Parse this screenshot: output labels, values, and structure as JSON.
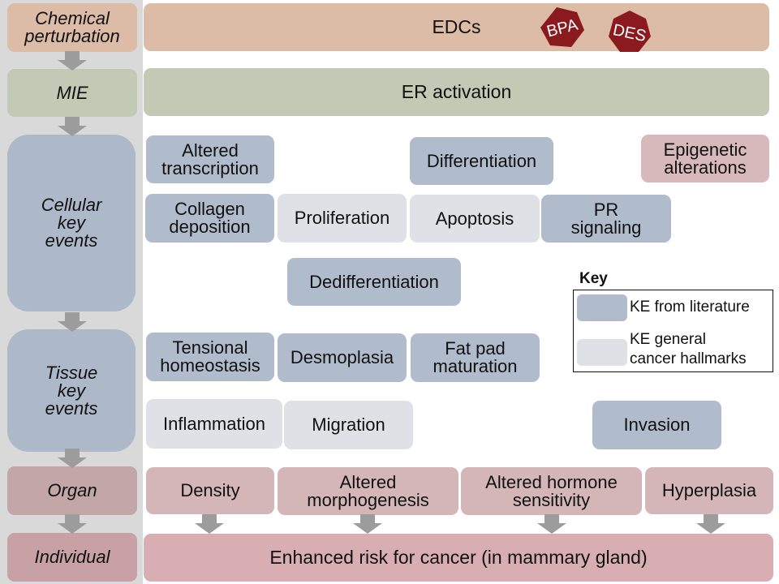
{
  "colors": {
    "chemical": "#dcbca6",
    "mie": "#c3c9b4",
    "cellular": "#adb8c9",
    "organ": "#c2a6a8",
    "individual": "#d8aeb2",
    "ke_from_literature": "#b0bccc",
    "ke_general": "#dfe1e6",
    "badge": "#8a1a1e",
    "arrow": "#9c9c9c"
  },
  "stages": {
    "chemical": "Chemical\nperturbation",
    "mie": "MIE",
    "cellular": "Cellular\nkey\nevents",
    "tissue": "Tissue\nkey\nevents",
    "organ": "Organ",
    "individual": "Individual"
  },
  "rows": {
    "edcs": "EDCs",
    "er": "ER activation",
    "outcome": "Enhanced risk for cancer (in mammary gland)"
  },
  "badges": {
    "bpa": "BPA",
    "des": "DES"
  },
  "key_events": {
    "altered_transcription": "Altered\ntranscription",
    "differentiation": "Differentiation",
    "epigenetic": "Epigenetic\nalterations",
    "collagen": "Collagen\ndeposition",
    "proliferation": "Proliferation",
    "apoptosis": "Apoptosis",
    "pr_signaling": "PR\nsignaling",
    "dedifferentiation": "Dedifferentiation",
    "tensional": "Tensional\nhomeostasis",
    "desmoplasia": "Desmoplasia",
    "fat_pad": "Fat pad\nmaturation",
    "inflammation": "Inflammation",
    "migration": "Migration",
    "invasion": "Invasion"
  },
  "organ_effects": {
    "density": "Density",
    "morphogenesis": "Altered\nmorphogenesis",
    "hormone": "Altered hormone\nsensitivity",
    "hyperplasia": "Hyperplasia"
  },
  "legend": {
    "title": "Key",
    "literature": "KE from literature",
    "general": "KE general\ncancer hallmarks"
  }
}
